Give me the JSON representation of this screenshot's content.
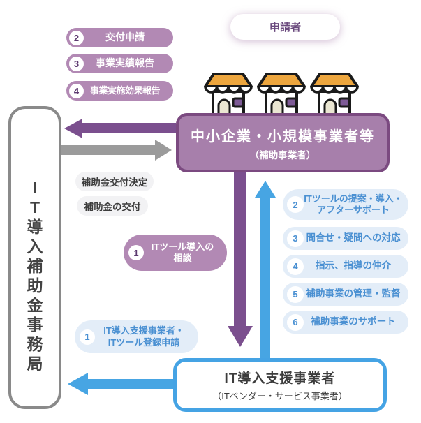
{
  "palette": {
    "purple_arrow": "#7b4f8e",
    "mauve_pill": "#b289b4",
    "sme_box_fill": "#a77fab",
    "sme_box_border": "#7b4a80",
    "blue_arrow": "#47a5e3",
    "light_blue_pill": "#e3edf8",
    "blue_text": "#4a90d2",
    "gray_arrow": "#9b9b9b",
    "awning_orange": "#eda63e",
    "window_purple": "#7d5a96"
  },
  "applicant_badge": {
    "label": "申請者"
  },
  "office_box": {
    "label": "IT導入補助金事務局",
    "chars": [
      "I",
      "T",
      "導",
      "入",
      "補",
      "助",
      "金",
      "事",
      "務",
      "局"
    ]
  },
  "sme_box": {
    "title": "中小企業・小規模事業者等",
    "subtitle": "（補助事業者）"
  },
  "vendor_box": {
    "title": "IT導入支援事業者",
    "subtitle": "（ITベンダー・サービス事業者）"
  },
  "office_steps": [
    {
      "num": "2",
      "label": "交付申請"
    },
    {
      "num": "3",
      "label": "事業実績報告"
    },
    {
      "num": "4",
      "label": "事業実施効果報告"
    }
  ],
  "office_labels": [
    {
      "label": "補助金交付決定"
    },
    {
      "label": "補助金の交付"
    }
  ],
  "consult_step": {
    "num": "1",
    "line1": "ITツール導入の",
    "line2": "相談"
  },
  "register_step": {
    "num": "1",
    "line1": "IT導入支援事業者・",
    "line2": "ITツール登録申請"
  },
  "vendor_steps": [
    {
      "num": "2",
      "line1": "ITツールの提案・導入・",
      "line2": "アフターサポート"
    },
    {
      "num": "3",
      "label": "問合せ・疑問への対応"
    },
    {
      "num": "4",
      "label": "指示、指導の仲介"
    },
    {
      "num": "5",
      "label": "補助事業の管理・監督"
    },
    {
      "num": "6",
      "label": "補助事業のサポート"
    }
  ]
}
